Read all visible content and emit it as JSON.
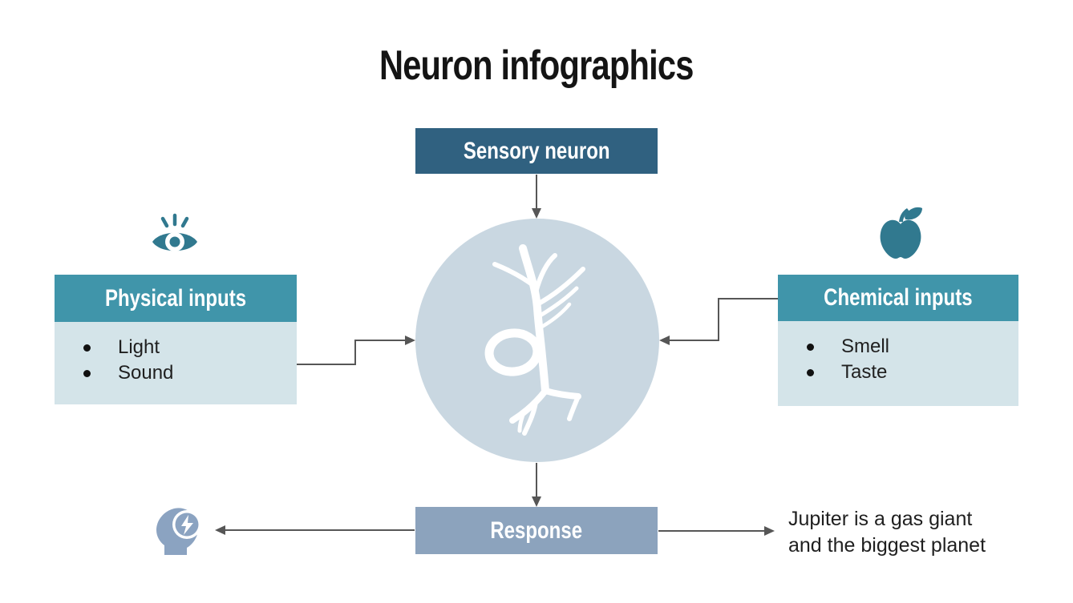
{
  "title": "Neuron infographics",
  "theme": {
    "dark-blue": "#306180",
    "teal": "#4095aa",
    "panel-light": "#d4e4e9",
    "circle-fill": "#c9d7e1",
    "response-blue": "#8ca3bd",
    "icon-teal": "#31798f",
    "head-blue": "#8ba3c1",
    "arrow": "#565656",
    "ink": "#141414"
  },
  "flow": {
    "sensory_label": "Sensory neuron",
    "response_label": "Response",
    "center_icon": "neuron-illustration"
  },
  "panels": {
    "physical": {
      "icon": "eye-icon",
      "title": "Physical inputs",
      "items": [
        "Light",
        "Sound"
      ]
    },
    "chemical": {
      "icon": "apple-icon",
      "title": "Chemical inputs",
      "items": [
        "Smell",
        "Taste"
      ]
    }
  },
  "response_icon": "head-with-lightning-icon",
  "note": {
    "line1": "Jupiter is a gas giant",
    "line2": "and the biggest planet"
  }
}
